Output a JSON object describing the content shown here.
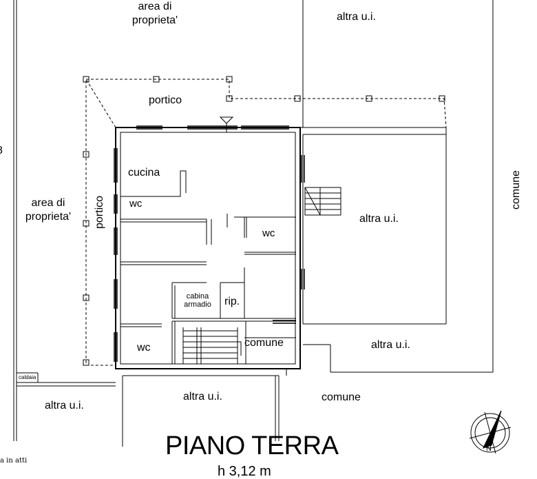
{
  "plan": {
    "title": "PIANO TERRA",
    "subtitle": "h 3,12 m",
    "footnote": "a in atti",
    "edge_mark": "8",
    "labels": {
      "area_top_1": "area di",
      "area_top_2": "proprieta'",
      "altra_top_right": "altra u.i.",
      "portico_top": "portico",
      "cucina": "cucina",
      "wc_left": "wc",
      "area_left_1": "area di",
      "area_left_2": "proprieta'",
      "portico_left": "portico",
      "wc_center": "wc",
      "altra_right_mid": "altra u.i.",
      "comune_right": "comune",
      "cabina_1": "cabina",
      "cabina_2": "armadio",
      "rip": "rip.",
      "comune_stair": "comune",
      "wc_bottom": "wc",
      "altra_right_low": "altra u.i.",
      "caldaia": "caldaia",
      "altra_bottom_left": "altra u.i.",
      "altra_bottom_mid": "altra u.i.",
      "comune_bottom": "comune"
    },
    "north_arrow": "N"
  }
}
